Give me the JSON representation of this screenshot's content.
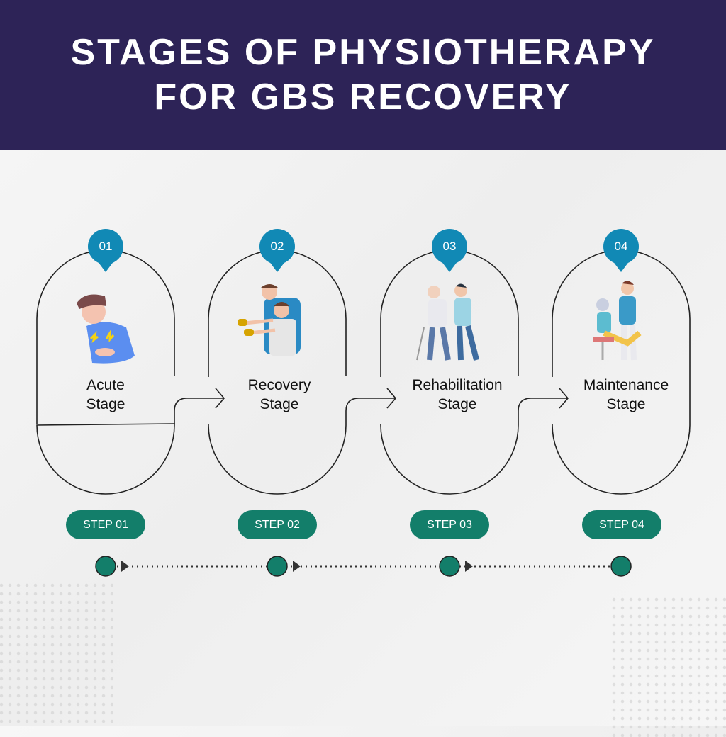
{
  "header": {
    "title_line1": "STAGES OF PHYSIOTHERAPY",
    "title_line2": "FOR GBS RECOVERY"
  },
  "stages": [
    {
      "number": "01",
      "line1": "Acute",
      "line2": "Stage",
      "step": "STEP 01",
      "icon": "patient-pain-illustration"
    },
    {
      "number": "02",
      "line1": "Recovery",
      "line2": "Stage",
      "step": "STEP 02",
      "icon": "therapist-dumbbell-illustration"
    },
    {
      "number": "03",
      "line1": "Rehabilitation",
      "line2": "Stage",
      "step": "STEP 03",
      "icon": "walking-assist-illustration"
    },
    {
      "number": "04",
      "line1": "Maintenance",
      "line2": "Stage",
      "step": "STEP 04",
      "icon": "leg-exercise-illustration"
    }
  ],
  "colors": {
    "header": "#2d2357",
    "badge": "#1189b5",
    "step": "#137e6a"
  }
}
